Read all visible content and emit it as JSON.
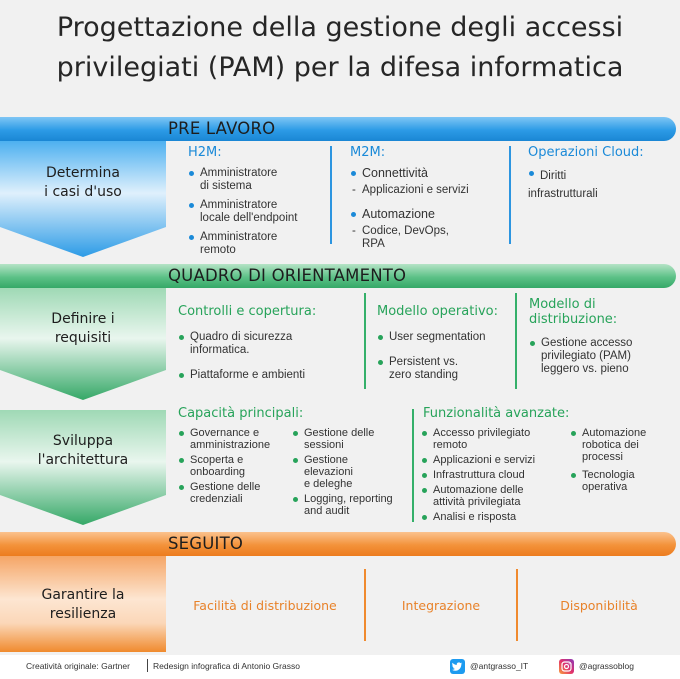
{
  "title": {
    "line1": "Progettazione della gestione degli accessi",
    "line2": "privilegiati (PAM) per la difesa informatica"
  },
  "colors": {
    "blue": "#1b8ad8",
    "green": "#27a35a",
    "orange": "#f08a2e"
  },
  "sections": {
    "pre_lavoro": {
      "bar_label": "PRE LAVORO",
      "step_label_1": "Determina",
      "step_label_2": "i casi d'uso",
      "h2m": {
        "title": "H2M:",
        "items": [
          [
            "Amministratore",
            "di sistema"
          ],
          [
            "Amministratore",
            "locale dell'endpoint"
          ],
          [
            "Amministratore",
            "remoto"
          ]
        ]
      },
      "m2m": {
        "title": "M2M:",
        "group1": "Connettività",
        "group1_sub": "Applicazioni e servizi",
        "group2": "Automazione",
        "group2_sub1": "Codice, DevOps,",
        "group2_sub2": "RPA"
      },
      "cloud": {
        "title": "Operazioni Cloud:",
        "item1": "Diritti",
        "item2": "infrastrutturali"
      }
    },
    "quadro": {
      "bar_label": "QUADRO DI ORIENTAMENTO",
      "step_label_1": "Definire i",
      "step_label_2": "requisiti",
      "controlli": {
        "title": "Controlli e copertura:",
        "item1a": "Quadro di sicurezza",
        "item1b": "informatica.",
        "item2": "Piattaforme e ambienti"
      },
      "modello_op": {
        "title": "Modello operativo:",
        "item1": "User segmentation",
        "item2a": "Persistent vs.",
        "item2b": "zero standing"
      },
      "modello_dist": {
        "title1": "Modello di",
        "title2": "distribuzione:",
        "item1a": "Gestione accesso",
        "item1b": "privilegiato (PAM)",
        "item1c": "leggero vs. pieno"
      }
    },
    "architettura": {
      "step_label_1": "Sviluppa",
      "step_label_2": "l'architettura",
      "capacita": {
        "title": "Capacità principali:",
        "col1": [
          [
            "Governance e",
            "amministrazione"
          ],
          [
            "Scoperta e",
            "onboarding"
          ],
          [
            "Gestione delle",
            "credenziali"
          ]
        ],
        "col2": [
          [
            "Gestione delle",
            "sessioni"
          ],
          [
            "Gestione",
            "elevazioni",
            "e deleghe"
          ],
          [
            "Logging, reporting",
            "and audit"
          ]
        ]
      },
      "avanzate": {
        "title": "Funzionalità avanzate:",
        "col1": [
          [
            "Accesso privilegiato",
            "remoto"
          ],
          [
            "Applicazioni e servizi"
          ],
          [
            "Infrastruttura cloud"
          ],
          [
            "Automazione delle",
            "attività privilegiata"
          ],
          [
            "Analisi e risposta"
          ]
        ],
        "col2": [
          [
            "Automazione",
            "robotica dei",
            "processi"
          ],
          [
            "Tecnologia",
            "operativa"
          ]
        ]
      }
    },
    "seguito": {
      "bar_label": "SEGUITO",
      "step_label_1": "Garantire la",
      "step_label_2": "resilienza",
      "items": [
        "Facilità di distribuzione",
        "Integrazione",
        "Disponibilità"
      ]
    }
  },
  "footer": {
    "credit1": "Creatività originale: Gartner",
    "credit2": "Redesign infografica di Antonio Grasso",
    "twitter": "@antgrasso_IT",
    "instagram": "@agrassoblog",
    "twitter_icon": "twitter-icon",
    "instagram_icon": "instagram-icon"
  }
}
